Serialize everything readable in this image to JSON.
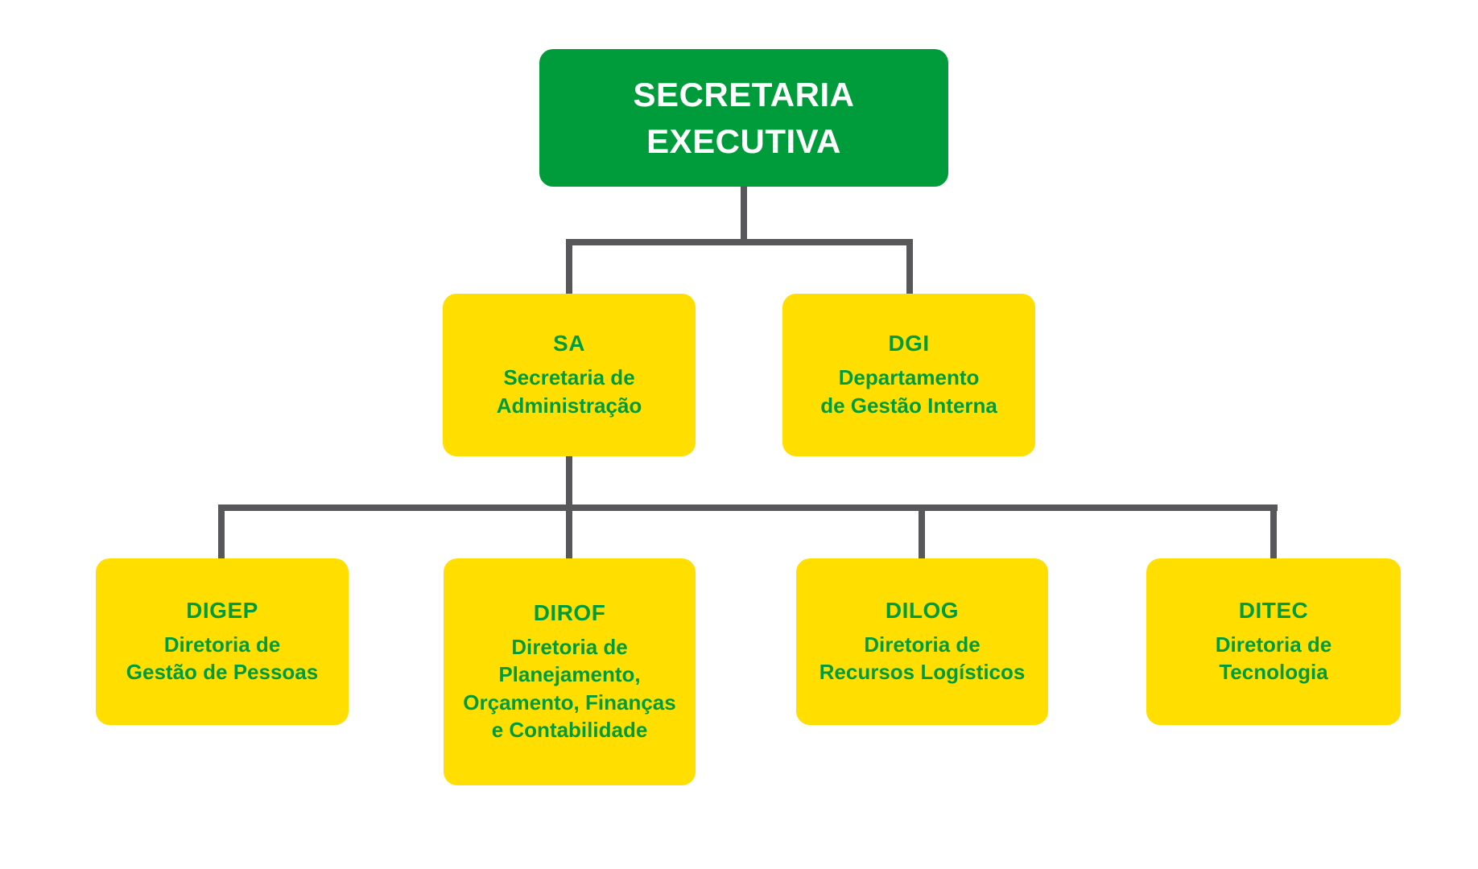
{
  "diagram": {
    "type": "org-chart",
    "root": {
      "label": "SECRETARIA\nEXECUTIVA"
    },
    "level2": [
      {
        "id": "sa",
        "acronym": "SA",
        "name": "Secretaria de\nAdministração"
      },
      {
        "id": "dgi",
        "acronym": "DGI",
        "name": "Departamento\nde Gestão Interna"
      }
    ],
    "level3": [
      {
        "id": "digep",
        "acronym": "DIGEP",
        "name": "Diretoria de\nGestão de Pessoas"
      },
      {
        "id": "dirof",
        "acronym": "DIROF",
        "name": "Diretoria de\nPlanejamento,\nOrçamento, Finanças\ne Contabilidade"
      },
      {
        "id": "dilog",
        "acronym": "DILOG",
        "name": "Diretoria de\nRecursos Logísticos"
      },
      {
        "id": "ditec",
        "acronym": "DITEC",
        "name": "Diretoria de\nTecnologia"
      }
    ],
    "colors": {
      "root_box": "#009c3b",
      "root_text": "#ffffff",
      "dept_box": "#ffde00",
      "dept_text": "#009b3a",
      "connector": "#58585a"
    }
  }
}
